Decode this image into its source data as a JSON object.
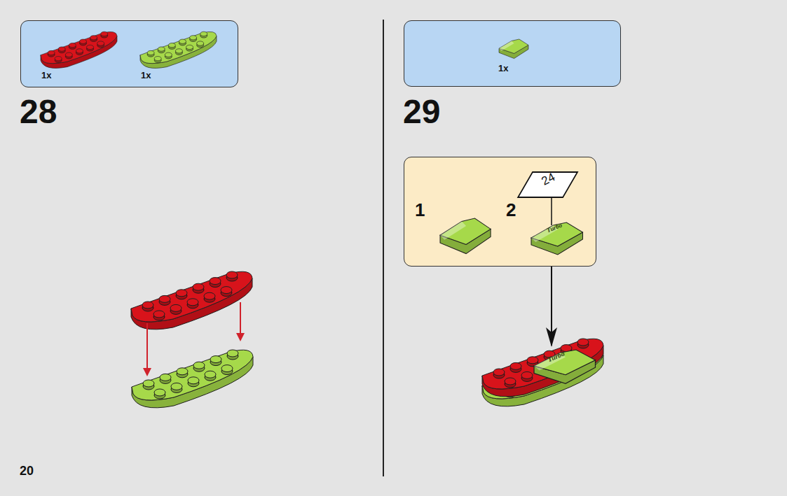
{
  "diagram": {
    "nodes": [
      {
        "text": [
          "1x",
          "1x"
        ]
      },
      {
        "text": [
          "1x"
        ]
      },
      {
        "text": [
          "1",
          "2"
        ]
      }
    ],
    "labels": [
      "28",
      "29",
      "24",
      "Turbo",
      "Turbo",
      "20"
    ]
  }
}
